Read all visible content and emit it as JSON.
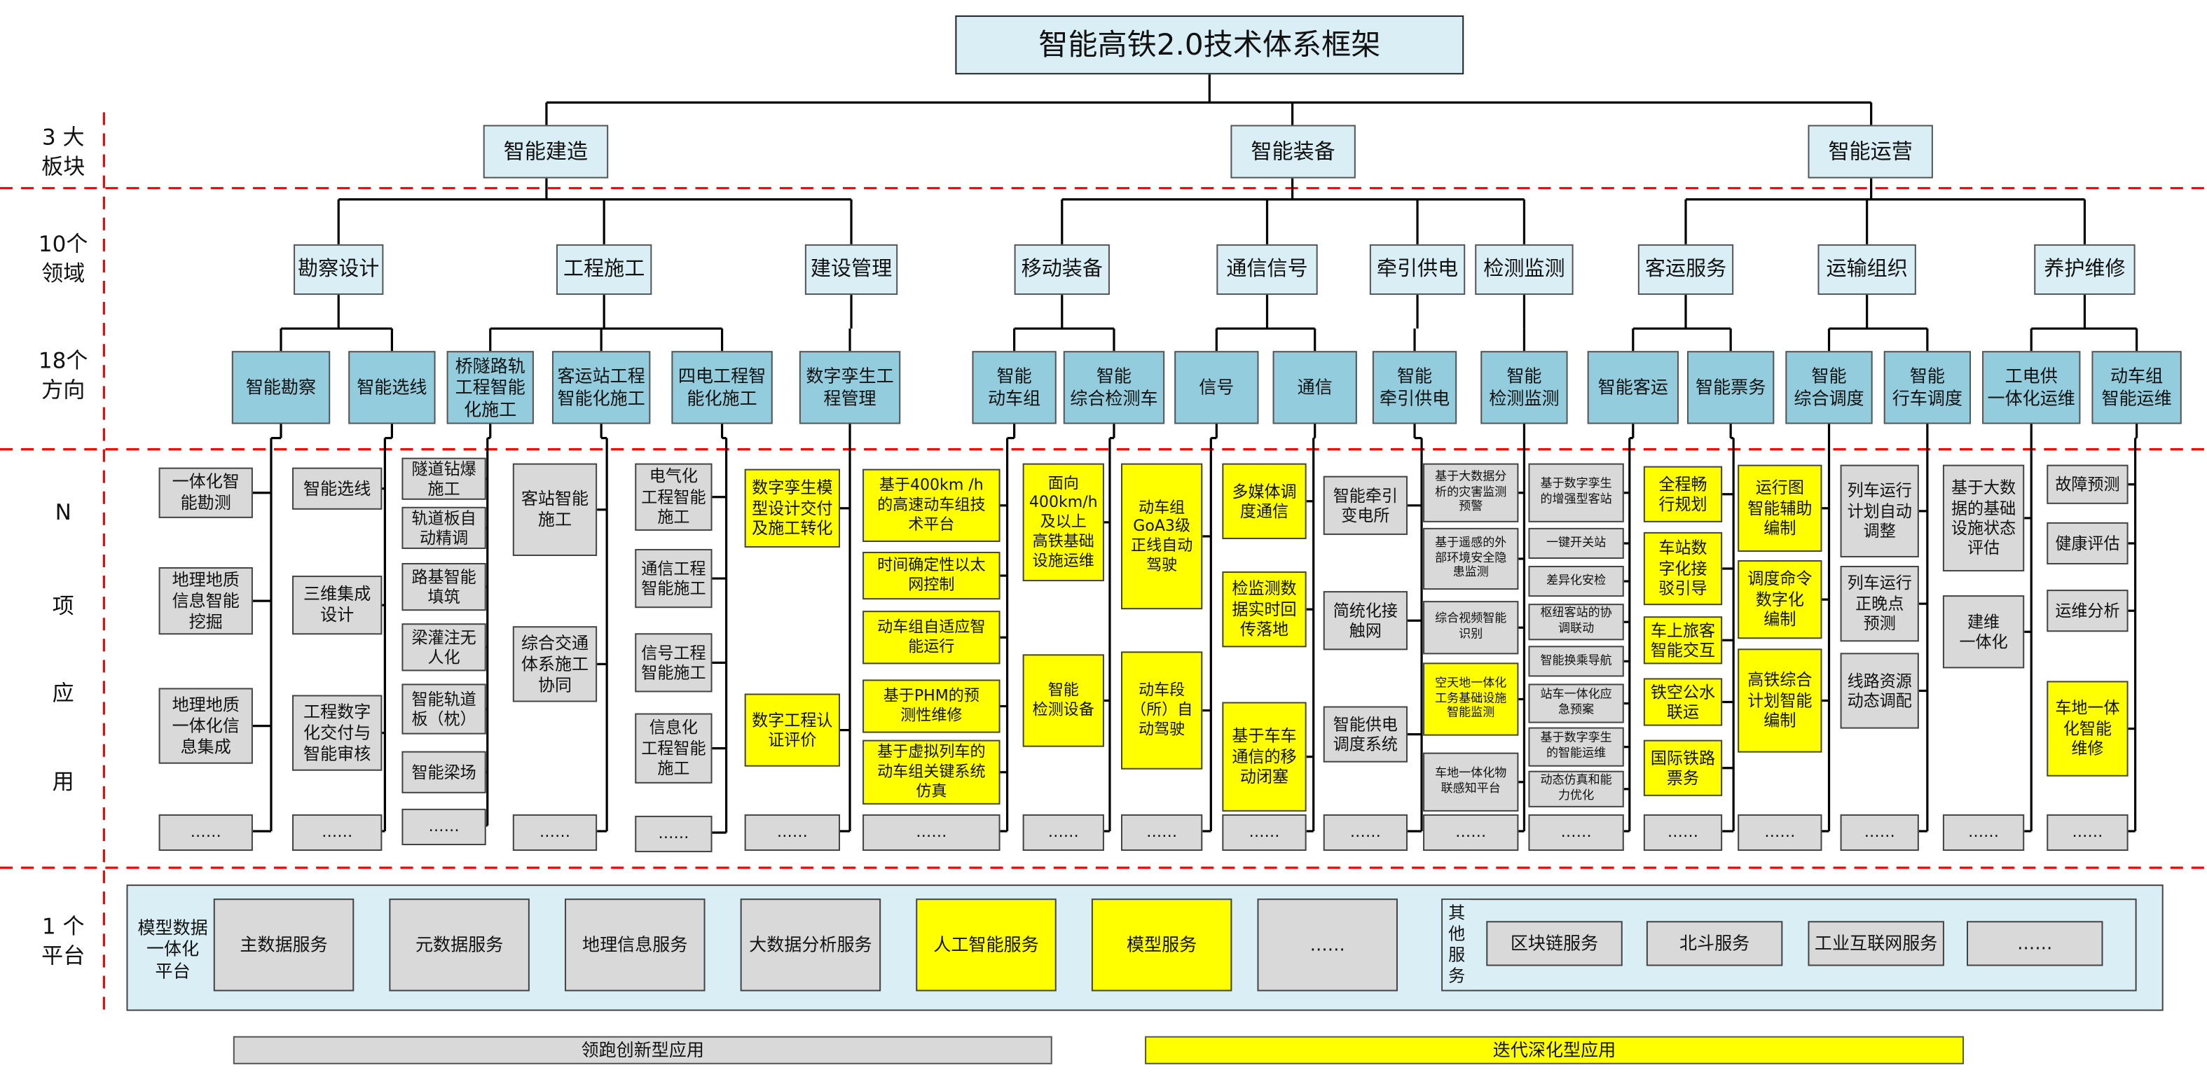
{
  "title": "智能高铁2.0技术体系框架",
  "row_labels": {
    "segments": "3 大\n板块",
    "domains": "10个\n领域",
    "directions": "18个\n方向",
    "applications": [
      "N",
      "项",
      "应",
      "用"
    ],
    "platform": "1 个\n平台"
  },
  "segments": [
    "智能建造",
    "智能装备",
    "智能运营"
  ],
  "domains": [
    "勘察设计",
    "工程施工",
    "建设管理",
    "移动装备",
    "通信信号",
    "牵引供电",
    "检测监测",
    "客运服务",
    "运输组织",
    "养护维修"
  ],
  "directions": [
    "智能勘察",
    "智能选线",
    "桥隧路轨\n工程智能\n化施工",
    "客运站工程\n智能化施工",
    "四电工程智\n能化施工",
    "数字孪生工\n程管理",
    "智能\n动车组",
    "智能\n综合检测车",
    "信号",
    "通信",
    "智能\n牵引供电",
    "智能\n检测监测",
    "智能客运",
    "智能票务",
    "智能\n综合调度",
    "智能\n行车调度",
    "工电供\n一体化运维",
    "动车组\n智能运维"
  ],
  "applications": [
    {
      "text": "一体化智\n能勘测",
      "hl": false
    },
    {
      "text": "地理地质\n信息智能\n挖掘",
      "hl": false
    },
    {
      "text": "地理地质\n一体化信\n息集成",
      "hl": false
    },
    {
      "text": "智能选线",
      "hl": false
    },
    {
      "text": "三维集成\n设计",
      "hl": false
    },
    {
      "text": "工程数字\n化交付与\n智能审核",
      "hl": false
    },
    {
      "text": "隧道钻爆\n施工",
      "hl": false
    },
    {
      "text": "轨道板自\n动精调",
      "hl": false
    },
    {
      "text": "路基智能\n填筑",
      "hl": false
    },
    {
      "text": "梁灌注无\n人化",
      "hl": false
    },
    {
      "text": "智能轨道\n板（枕）",
      "hl": false
    },
    {
      "text": "智能梁场",
      "hl": false
    },
    {
      "text": "客站智能\n施工",
      "hl": false
    },
    {
      "text": "综合交通\n体系施工\n协同",
      "hl": false
    },
    {
      "text": "电气化\n工程智能\n施工",
      "hl": false
    },
    {
      "text": "通信工程\n智能施工",
      "hl": false
    },
    {
      "text": "信号工程\n智能施工",
      "hl": false
    },
    {
      "text": "信息化\n工程智能\n施工",
      "hl": false
    },
    {
      "text": "数字孪生模\n型设计交付\n及施工转化",
      "hl": true
    },
    {
      "text": "数字工程认\n证评价",
      "hl": true
    },
    {
      "text": "基于400km /h\n的高速动车组技\n术平台",
      "hl": true
    },
    {
      "text": "时间确定性以太\n网控制",
      "hl": true
    },
    {
      "text": "动车组自适应智\n能运行",
      "hl": true
    },
    {
      "text": "基于PHM的预\n测性维修",
      "hl": true
    },
    {
      "text": "基于虚拟列车的\n动车组关键系统\n仿真",
      "hl": true
    },
    {
      "text": "面向\n400km/h\n及以上\n高铁基础\n设施运维",
      "hl": true
    },
    {
      "text": "智能\n检测设备",
      "hl": true
    },
    {
      "text": "动车组\nGoA3级\n正线自动\n驾驶",
      "hl": true
    },
    {
      "text": "动车段\n（所）自\n动驾驶",
      "hl": true
    },
    {
      "text": "多媒体调\n度通信",
      "hl": true
    },
    {
      "text": "检监测数\n据实时回\n传落地",
      "hl": true
    },
    {
      "text": "基于车车\n通信的移\n动闭塞",
      "hl": true
    },
    {
      "text": "智能牵引\n变电所",
      "hl": false
    },
    {
      "text": "简统化接\n触网",
      "hl": false
    },
    {
      "text": "智能供电\n调度系统",
      "hl": false
    },
    {
      "text": "基于大数据分\n析的灾害监测\n预警",
      "hl": false
    },
    {
      "text": "基于遥感的外\n部环境安全隐\n患监测",
      "hl": false
    },
    {
      "text": "综合视频智能\n识别",
      "hl": false
    },
    {
      "text": "空天地一体化\n工务基础设施\n智能监测",
      "hl": true
    },
    {
      "text": "车地一体化物\n联感知平台",
      "hl": false
    },
    {
      "text": "基于数字孪生\n的增强型客站",
      "hl": false
    },
    {
      "text": "一键开关站",
      "hl": false
    },
    {
      "text": "差异化安检",
      "hl": false
    },
    {
      "text": "枢纽客站的协\n调联动",
      "hl": false
    },
    {
      "text": "智能换乘导航",
      "hl": false
    },
    {
      "text": "站车一体化应\n急预案",
      "hl": false
    },
    {
      "text": "基于数字孪生\n的智能运维",
      "hl": false
    },
    {
      "text": "动态仿真和能\n力优化",
      "hl": false
    },
    {
      "text": "全程畅\n行规划",
      "hl": true
    },
    {
      "text": "车站数\n字化接\n驳引导",
      "hl": true
    },
    {
      "text": "车上旅客\n智能交互",
      "hl": true
    },
    {
      "text": "铁空公水\n联运",
      "hl": true
    },
    {
      "text": "国际铁路\n票务",
      "hl": true
    },
    {
      "text": "运行图\n智能辅助\n编制",
      "hl": true
    },
    {
      "text": "调度命令\n数字化\n编制",
      "hl": true
    },
    {
      "text": "高铁综合\n计划智能\n编制",
      "hl": true
    },
    {
      "text": "列车运行\n计划自动\n调整",
      "hl": false
    },
    {
      "text": "列车运行\n正晚点\n预测",
      "hl": false
    },
    {
      "text": "线路资源\n动态调配",
      "hl": false
    },
    {
      "text": "基于大数\n据的基础\n设施状态\n评估",
      "hl": false
    },
    {
      "text": "建维\n一体化",
      "hl": false
    },
    {
      "text": "故障预测",
      "hl": false
    },
    {
      "text": "健康评估",
      "hl": false
    },
    {
      "text": "运维分析",
      "hl": false
    },
    {
      "text": "车地一体\n化智能\n维修",
      "hl": true
    }
  ],
  "ellipsis": "……",
  "platform": {
    "label": "模型数据\n一体化\n平台",
    "services": [
      {
        "text": "主数据服务",
        "hl": false
      },
      {
        "text": "元数据服务",
        "hl": false
      },
      {
        "text": "地理信息服务",
        "hl": false
      },
      {
        "text": "大数据分析服务",
        "hl": false
      },
      {
        "text": "人工智能服务",
        "hl": true
      },
      {
        "text": "模型服务",
        "hl": true
      },
      {
        "text": "……",
        "hl": false
      }
    ],
    "other_label": "其\n他\n服\n务",
    "other_services": [
      "区块链服务",
      "北斗服务",
      "工业互联网服务",
      "……"
    ]
  },
  "legend": {
    "gray": "领跑创新型应用",
    "yellow": "迭代深化型应用"
  },
  "colors": {
    "light_blue": "#d9eef5",
    "mid_blue": "#93cddd",
    "gray": "#d9d9d9",
    "yellow": "#ffff00",
    "divider": "#ff0000"
  }
}
